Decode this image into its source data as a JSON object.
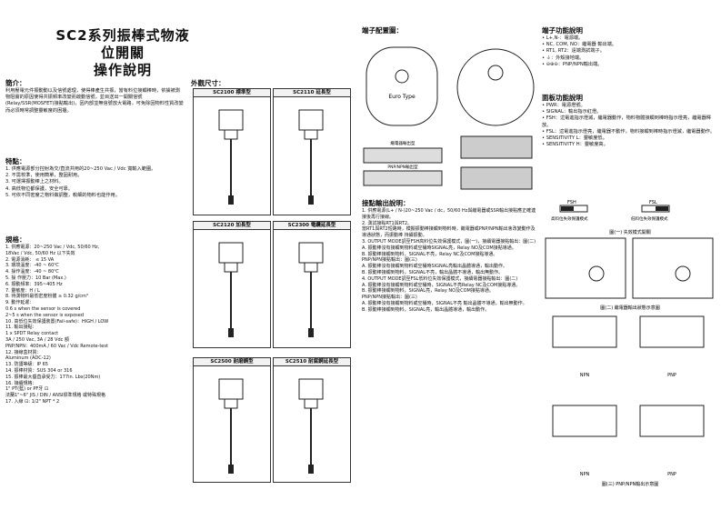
{
  "title": {
    "line1": "SC2系列振棒式物液位開關",
    "line2": "操作說明"
  },
  "intro": {
    "heading": "簡介：",
    "text": "利用壓電元件振動動以及信號處理，使得棒產生共振，當有料位接觸棒時，依據被測物阻實的原因使得共振頻率改變而啟動信號，並目送出一開關信號(Relay/SSR(MOSFET)接點輸出)，因內部並無信號放大電路，可免除因物料性質改變而必須時常調整靈敏度的困擾。"
  },
  "features": {
    "heading": "特點：",
    "items": [
      "1. 供應電源部分控射為交/直流共用的20~250 Vac / Vdc 寬輸入範圍。",
      "2. 不需校準，使用簡單，整固耐用。",
      "3. 可選擇振動棒上之材料。",
      "4. 高低物位都保護，安全可靠。",
      "5. 可依不同密度之物料做調整，較細的物料也能作用。"
    ]
  },
  "specs": {
    "heading": "規格：",
    "items": [
      "1. 供應電源：20~250 Vac / Vdc, 50/60 Hz,",
      "      18Vac / Vdc, 50/60 Hz 以下失效",
      "2. 電源消耗： ≤ 15 VA",
      "3. 環境溫度：-40 ~ 60℃",
      "4. 操作溫度：-40 ~ 80℃",
      "5. 操 作壓力：10 Bar (Max.)",
      "6. 振動頻率：395~405 Hz",
      "7. 靈敏度：H / L",
      "8. 待測物料最低密度粉體 ≥ 0.32 g/cm³",
      "9. 動作延遲：",
      "    0.6 s when the sensor is covered",
      "    2~5 s when the sensor is exposed",
      "10. 高低位失效保護裝置(Fail-safe)：HIGH / LOW",
      "11. 輸出接點：",
      "    1 x SPDT Relay contact",
      "    3A / 250 Vac, 3A / 28 Vdc 額",
      "    PNP/NPN：400mA / 60 Vac / Vdc Remote-test",
      "12. 接線盒材質：",
      "    Aluminum (ADC-12)",
      "13. 防護等級：IP 65",
      "14. 振棒材質：SUS 304 or 316",
      "15. 振棒最大垂直承受力：177in. Lbs(20Nm)",
      "16. 接續規格：",
      "    1\" PT(藍) or PF牙 ⊡",
      "    法蘭1\"~6\" JIS / DIN / ANSI標準規格 或特殊規格",
      "17. 入線 ⊡: 1/2\" NPT * 2"
    ]
  },
  "dimensions": {
    "heading": "外觀尺寸：",
    "boxes": [
      {
        "label": "SC2100 標準型"
      },
      {
        "label": "SC2110 延長型"
      },
      {
        "label": "SC2120 加長型"
      },
      {
        "label": "SC2300 電纜延長型"
      },
      {
        "label": "SC2500 耐磨鋼型"
      },
      {
        "label": "SC2510 耐腐鋼延長型"
      }
    ]
  },
  "terminal": {
    "heading": "端子配置圖：",
    "euro_label": "Euro Type",
    "relay_label": "繼電器輸出型",
    "pnp_label": "PNP/NPN輸出型"
  },
  "wiring": {
    "heading": "接點輸出說明：",
    "items": [
      "1. 供應電源(L+ / N-)20~250 Vac / dc，50/60 Hz與繼電器或SSR輸出接點應正確連接後再行接線。",
      "2. 測試接點RT1與RT2。",
      "   當RT1與RT2短路時，模擬振動棒接觸到物料時，繼電器或PNP/NPN輸出會改變動作及導通狀態，而振動棒 持續振動。",
      "3. OUTPUT MODE調至FSH高料位失效保護模式，圖(一)，接續電器接點輸出：圖(二)",
      "   A. 振動棒沒有接觸到物料或空桶時SIGNAL亮，Relay NO及COM接點導通。",
      "   B. 振動棒接觸到物料，SIGNAL不亮，Relay NC及COM接點導通。",
      "PNP/NPN接點輸出：圖(三)",
      "   A. 振動棒沒有接觸到物料或空桶時SIGNAL亮輸出晶體導通，輸出動作。",
      "   B. 振動棒接觸到物料，SIGNAL不亮，輸出晶體不導通，輸出無動作。",
      "4. OUTPUT MODE調至FSL低料位失效保護模式，接續電器接點輸出：圖(二)",
      "   A. 振動棒沒有接觸到物料或空桶時，SIGNAL不亮Relay NC及COM接點導通。",
      "   B. 振動棒接觸到物料，SIGNAL亮，Relay NO及COM接點導通。",
      "PNP/NPN接點輸出：圖(三)",
      "   A. 振動棒沒有接觸到物料或空桶時，SIGNAL不亮 輸出晶體不導通，輸出無動作。",
      "   B. 振動棒接觸到物料，SIGNAL亮，輸出晶體導通，輸出動作。"
    ]
  },
  "terminal_desc": {
    "heading": "端子功能說明",
    "items": [
      "• L+,N-：電源端。",
      "• NC, COM, NO：繼電器 輸出端。",
      "• RT1, RT2：遠端測試端子。",
      "• ⏚：外殼接地端。",
      "• ⊖⊕⊖：PNP/NPN輸出端。"
    ]
  },
  "panel_desc": {
    "heading": "面板功能說明",
    "items": [
      "• PWR：電源燈號。",
      "• SIGNAL：輸出指示紅燈。",
      "• FSH：這電進指示燈滅，繼電器動作，物料物體接觸到棒時指示燈亮，繼電器釋放。",
      "• FSL：這電進指示燈亮，繼電器不動作，物料接觸到棒時指示燈滅，繼電器動作。",
      "• SENSITIVITY L：靈敏度低。",
      "• SENSITIVITY H：靈敏度高。"
    ]
  },
  "mode_figs": {
    "fsh": "FSH",
    "fsl": "FSL",
    "fsh_caption": "高料位失效保護模式",
    "fsl_caption": "低料位失效保護模式",
    "fig1_caption": "圖(一) 失效模式開關",
    "fig2_caption": "圖(二) 繼電器輸出狀態示意圖",
    "fig3_caption": "圖(三) PNP/NPN輸出示意圖",
    "npn": "NPN",
    "pnp": "PNP"
  }
}
